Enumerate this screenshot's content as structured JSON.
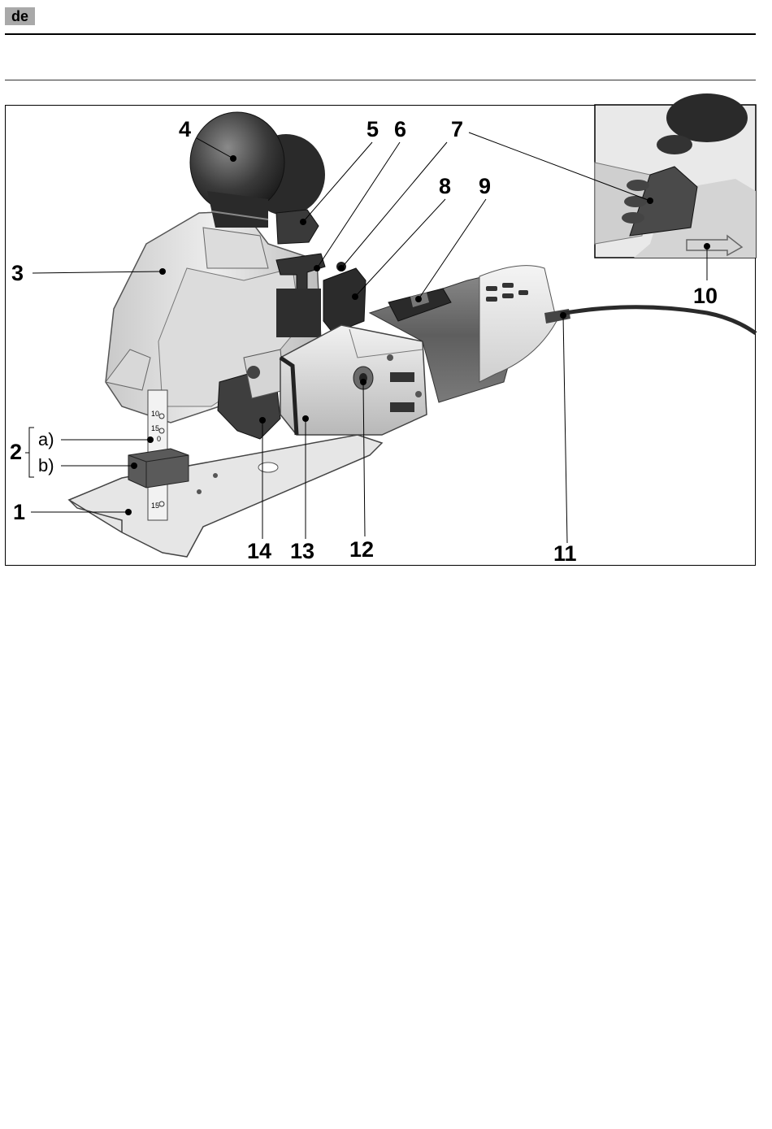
{
  "header": {
    "language_badge": "de"
  },
  "figure": {
    "callouts": {
      "c1": "1",
      "c2": "2",
      "c2a": "a)",
      "c2b": "b)",
      "c3": "3",
      "c4": "4",
      "c5": "5",
      "c6": "6",
      "c7": "7",
      "c8": "8",
      "c9": "9",
      "c10": "10",
      "c11": "11",
      "c12": "12",
      "c13": "13",
      "c14": "14"
    },
    "scale_marks": [
      "10",
      "15",
      "0",
      "15"
    ]
  }
}
